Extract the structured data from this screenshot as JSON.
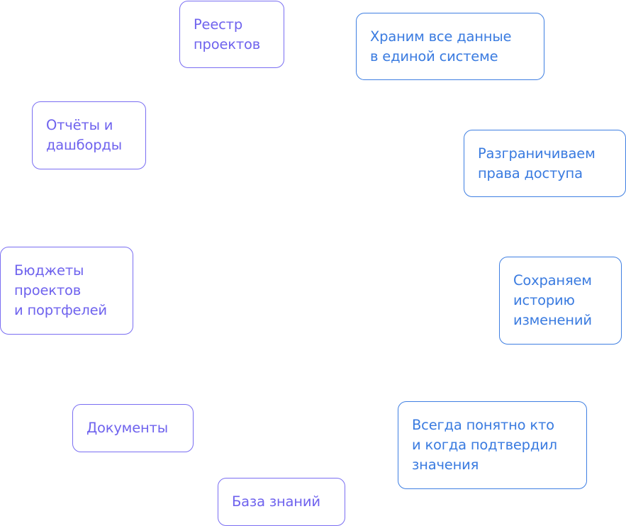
{
  "colors": {
    "purple": "#6f63ee",
    "blue": "#3a7be0"
  },
  "items": {
    "registry": "Реестр\nпроектов",
    "single_system": "Храним все данные\nв единой системе",
    "reports": "Отчёты и\nдашборды",
    "access": "Разграничиваем\nправа доступа",
    "budgets": "Бюджеты\nпроектов\nи портфелей",
    "history": "Сохраняем\nисторию\nизменений",
    "documents": "Документы",
    "approvals": "Всегда понятно кто\nи когда подтвердил\nзначения",
    "knowledge": "База знаний"
  }
}
